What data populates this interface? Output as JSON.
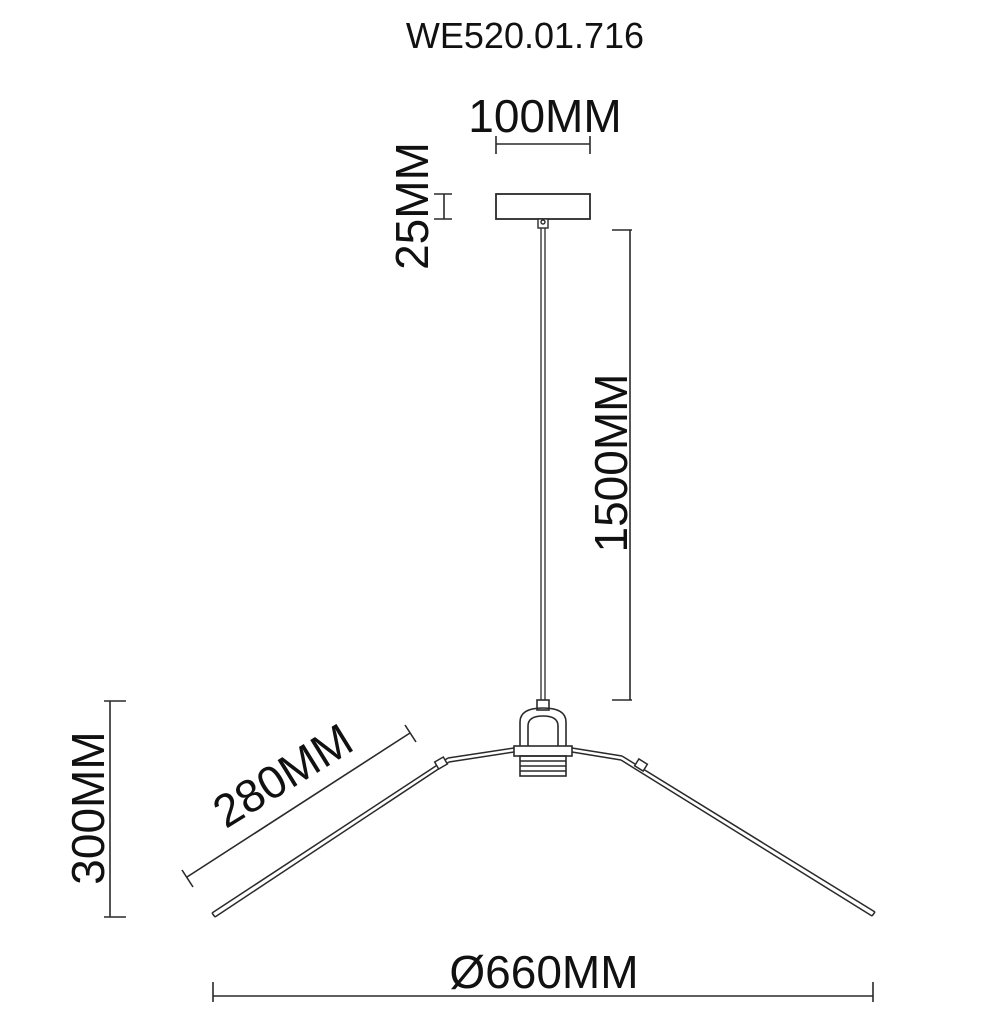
{
  "title": "WE520.01.716",
  "dimensions": {
    "canopy_width": "100MM",
    "canopy_height": "25MM",
    "cable_length": "1500MM",
    "shade_height": "300MM",
    "arm_length": "280MM",
    "diameter": "Ø660MM"
  },
  "colors": {
    "line": "#2a2a2a",
    "text": "#111111",
    "background": "#ffffff"
  }
}
